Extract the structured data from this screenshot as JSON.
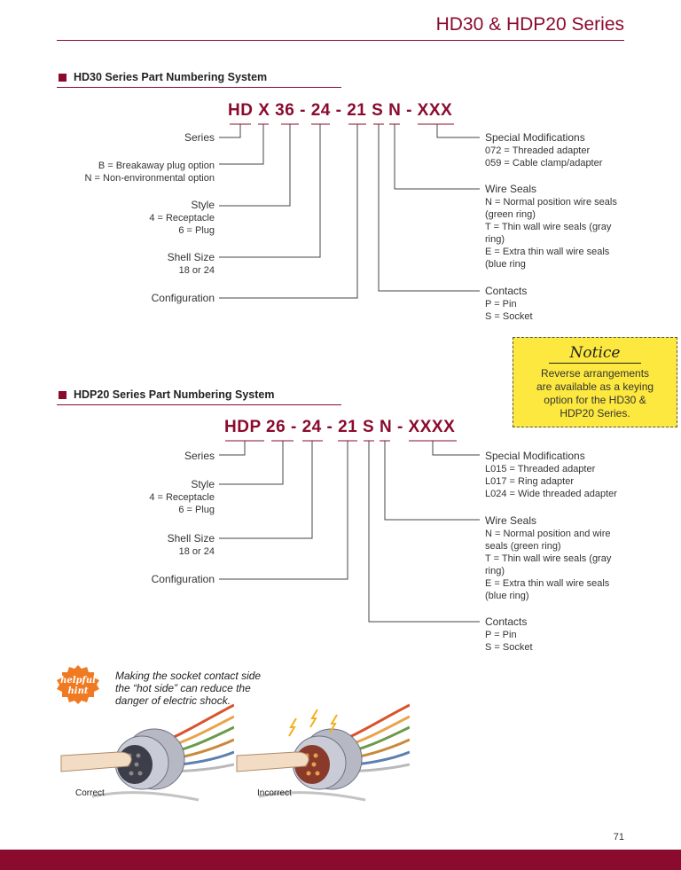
{
  "header": {
    "title": "HD30 & HDP20 Series"
  },
  "hd30": {
    "section_title": "HD30 Series Part Numbering System",
    "part_number": "HD X 36 - 24 - 21 S N - XXX",
    "left": {
      "series": "Series",
      "opt1": "B = Breakaway plug option",
      "opt2": "N = Non-environmental option",
      "style": "Style",
      "style1": "4 = Receptacle",
      "style2": "6 = Plug",
      "shell": "Shell Size",
      "shell1": "18 or 24",
      "config": "Configuration"
    },
    "right": {
      "special": "Special Modifications",
      "special1": "072 = Threaded adapter",
      "special2": "059 = Cable clamp/adapter",
      "seals": "Wire Seals",
      "seals1": "N = Normal position wire seals",
      "seals2": "(green ring)",
      "seals3": "T = Thin wall wire seals (gray",
      "seals4": "ring)",
      "seals5": "E = Extra thin wall wire seals",
      "seals6": "(blue ring",
      "contacts": "Contacts",
      "contacts1": "P = Pin",
      "contacts2": "S = Socket"
    }
  },
  "notice": {
    "title": "Notice",
    "line1": "Reverse arrangements",
    "line2": "are available as a keying",
    "line3": "option for the HD30 &",
    "line4": "HDP20 Series."
  },
  "hdp20": {
    "section_title": "HDP20 Series Part Numbering System",
    "part_number": "HDP 26 - 24 - 21 S N - XXXX",
    "left": {
      "series": "Series",
      "style": "Style",
      "style1": "4 = Receptacle",
      "style2": "6 = Plug",
      "shell": "Shell Size",
      "shell1": "18 or 24",
      "config": "Configuration"
    },
    "right": {
      "special": "Special Modifications",
      "special1": "L015 = Threaded adapter",
      "special2": "L017 = Ring adapter",
      "special3": "L024 = Wide threaded adapter",
      "seals": "Wire Seals",
      "seals1": "N = Normal position and wire",
      "seals2": "seals (green ring)",
      "seals3": "T = Thin wall wire seals (gray",
      "seals4": "ring)",
      "seals5": "E = Extra thin wall wire seals",
      "seals6": "(blue ring)",
      "contacts": "Contacts",
      "contacts1": "P = Pin",
      "contacts2": "S = Socket"
    }
  },
  "hint": {
    "badge_line1": "helpful",
    "badge_line2": "hint",
    "line1": "Making the socket contact side",
    "line2": "the “hot side” can reduce the",
    "line3": "danger of electric shock."
  },
  "captions": {
    "correct": "Correct",
    "incorrect": "Incorrect"
  },
  "page_number": "71",
  "colors": {
    "brand": "#8a0b2e",
    "notice_bg": "#fde83f"
  }
}
